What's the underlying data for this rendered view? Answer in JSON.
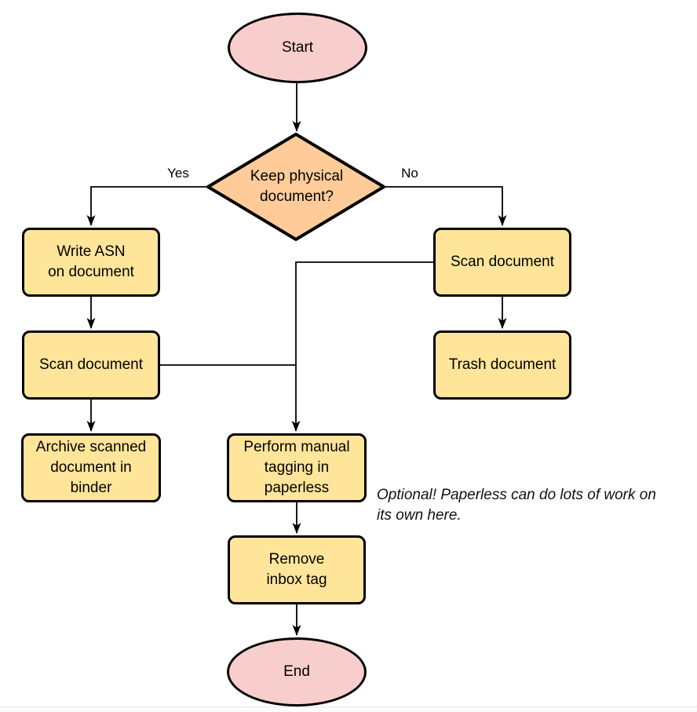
{
  "diagram": {
    "type": "flowchart",
    "colors": {
      "terminator_fill": "#f8cecc",
      "decision_fill": "#ffcc99",
      "process_fill": "#ffe599",
      "stroke": "#000000",
      "text": "#000000"
    },
    "nodes": {
      "start": {
        "shape": "terminator",
        "label": "Start"
      },
      "decision": {
        "shape": "decision",
        "label": "Keep physical\ndocument?"
      },
      "write_asn": {
        "shape": "process",
        "label": "Write ASN\non document"
      },
      "scan_left": {
        "shape": "process",
        "label": "Scan document"
      },
      "archive": {
        "shape": "process",
        "label": "Archive scanned\ndocument in\nbinder"
      },
      "scan_right": {
        "shape": "process",
        "label": "Scan document"
      },
      "trash": {
        "shape": "process",
        "label": "Trash document"
      },
      "perform_tagging": {
        "shape": "process",
        "label": "Perform manual\ntagging in\npaperless"
      },
      "remove_inbox": {
        "shape": "process",
        "label": "Remove\ninbox tag"
      },
      "end": {
        "shape": "terminator",
        "label": "End"
      }
    },
    "edge_labels": {
      "yes": "Yes",
      "no": "No"
    },
    "note": {
      "text": "Optional! Paperless can do lots of work on\nits own here."
    }
  }
}
